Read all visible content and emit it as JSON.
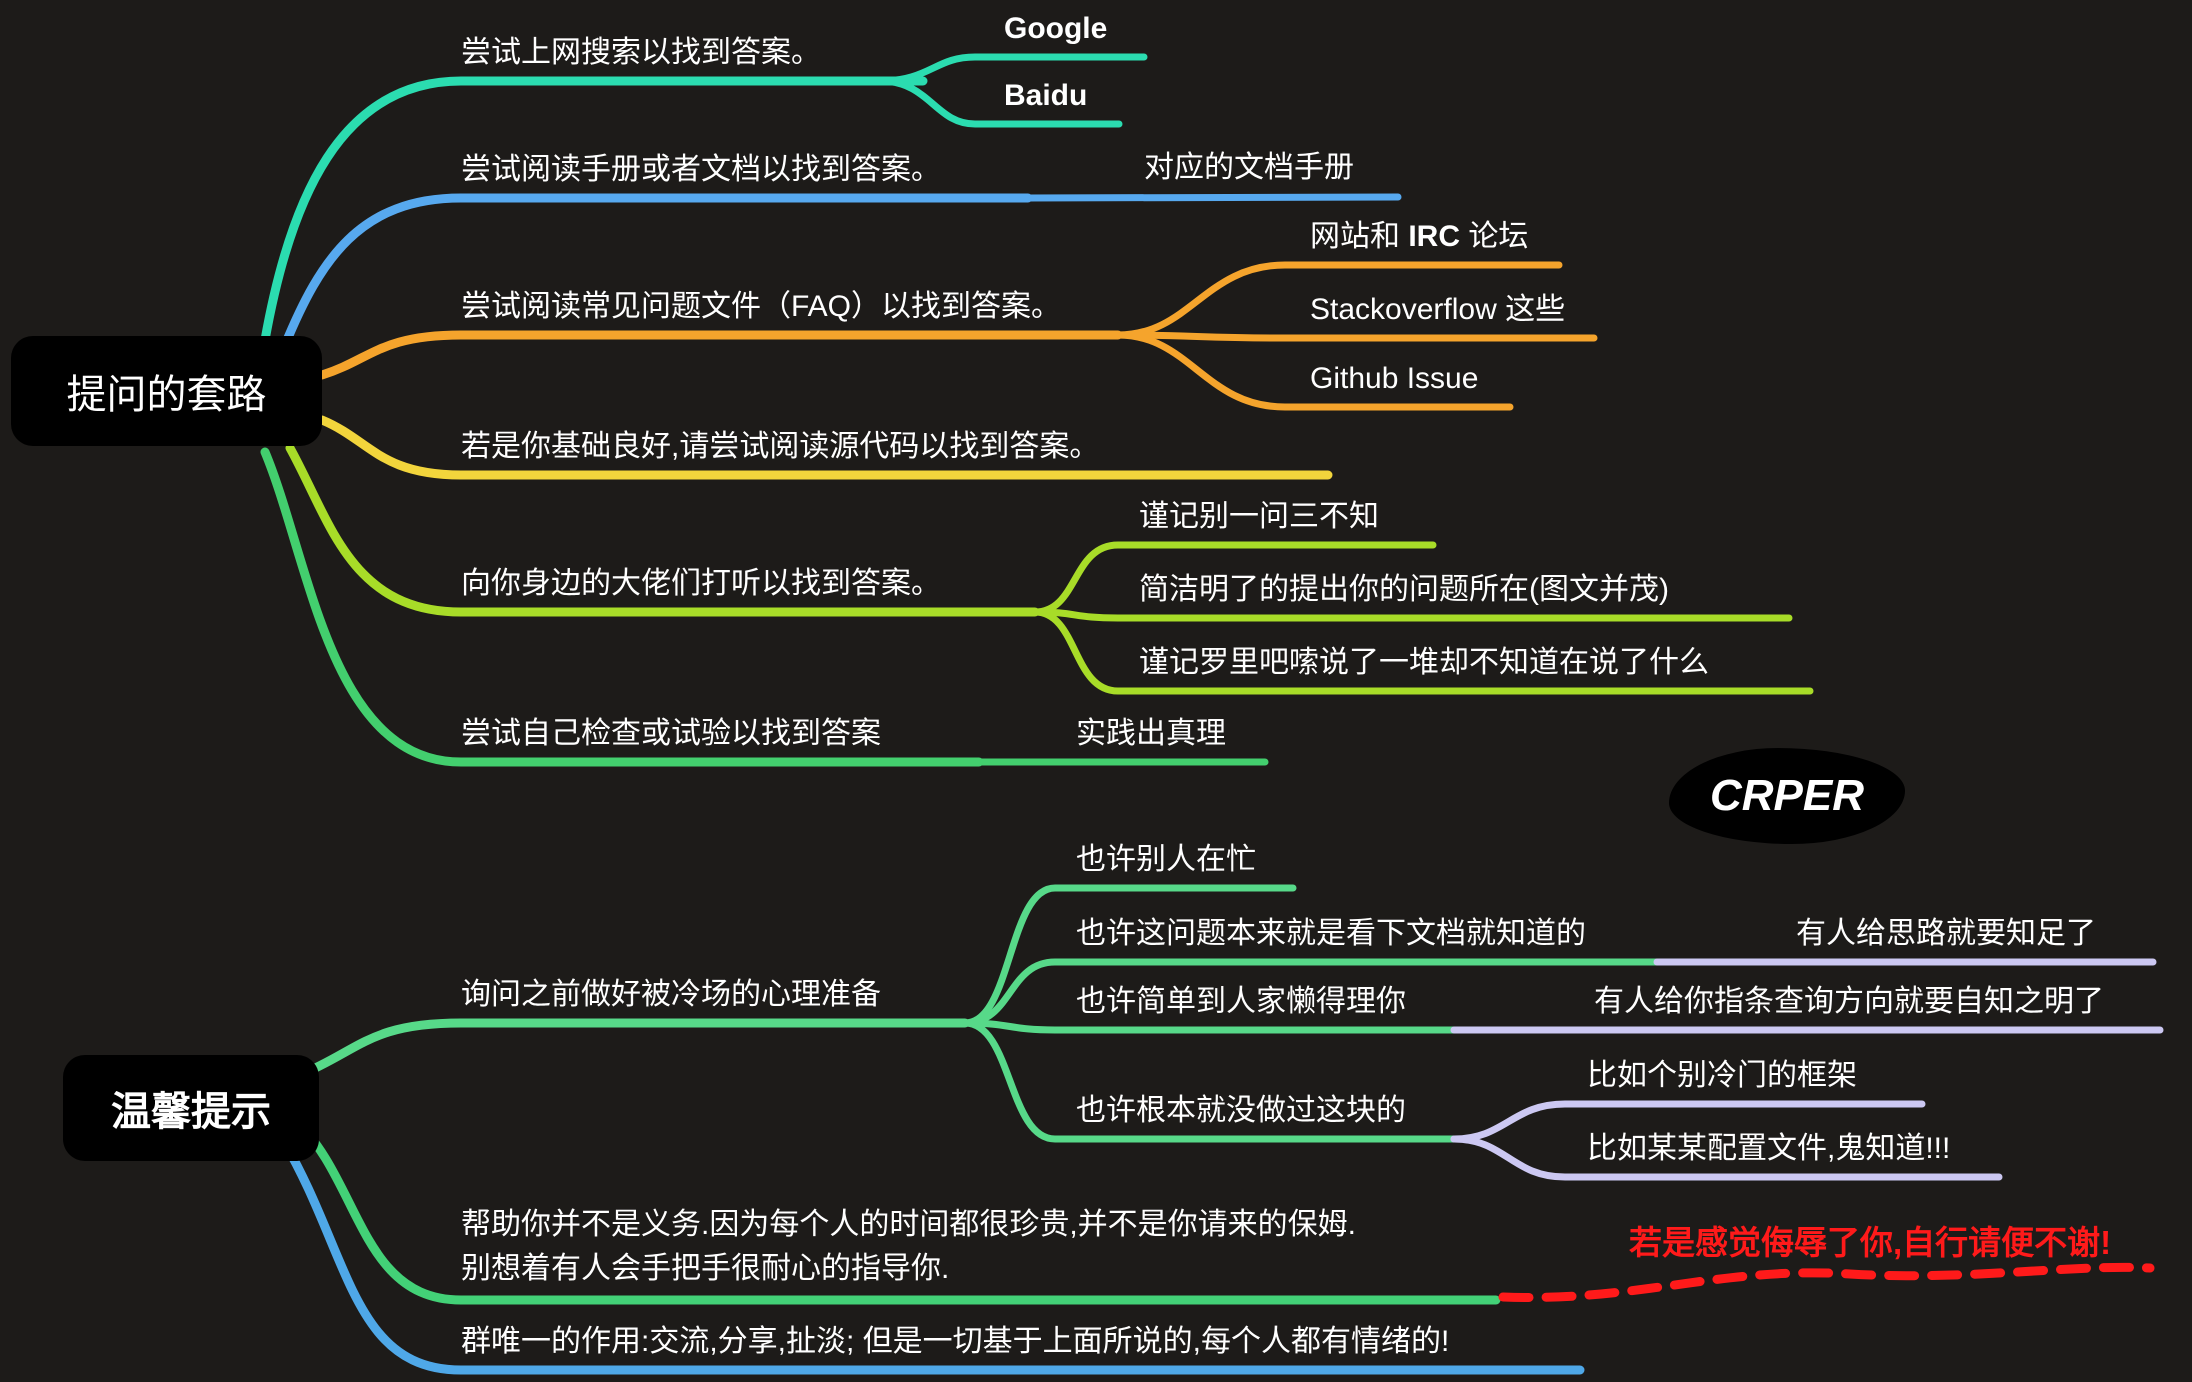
{
  "colors": {
    "background": "#1d1b19",
    "node_bg": "#000000",
    "text": "#ffffff",
    "teal": "#2bdcb0",
    "blue": "#57a9ef",
    "orange": "#f5a42c",
    "yellow": "#f2d53c",
    "lime": "#a8dc28",
    "green": "#43cf6e",
    "mint": "#57d989",
    "lavender": "#ccc8f2",
    "red": "#ff1a1a"
  },
  "root_ask": {
    "label": "提问的套路"
  },
  "root_tips": {
    "label": "温馨提示"
  },
  "badge": {
    "label": "CRPER"
  },
  "ask": {
    "search": {
      "label": "尝试上网搜索以找到答案。",
      "google": "Google",
      "baidu": "Baidu"
    },
    "manual": {
      "label": "尝试阅读手册或者文档以找到答案。",
      "docs": "对应的文档手册"
    },
    "faq": {
      "label": "尝试阅读常见问题文件（FAQ）以找到答案。",
      "irc_pre": "网站和 ",
      "irc_bold": "IRC",
      "irc_post": " 论坛",
      "stackoverflow": "Stackoverflow 这些",
      "github": "Github Issue"
    },
    "source": {
      "label": "若是你基础良好,请尝试阅读源代码以找到答案。"
    },
    "experts": {
      "label": "向你身边的大佬们打听以找到答案。",
      "tip1": "谨记别一问三不知",
      "tip2": "简洁明了的提出你的问题所在(图文并茂)",
      "tip3": "谨记罗里吧嗦说了一堆却不知道在说了什么"
    },
    "selfcheck": {
      "label": "尝试自己检查或试验以找到答案",
      "practice": "实践出真理"
    }
  },
  "tips": {
    "cold": {
      "label": "询问之前做好被冷场的心理准备",
      "busy": "也许别人在忙",
      "docs": "也许这问题本来就是看下文档就知道的",
      "docs_note": "有人给思路就要知足了",
      "simple": "也许简单到人家懒得理你",
      "simple_note": "有人给你指条查询方向就要自知之明了",
      "never": "也许根本就没做过这块的",
      "never_eg1": "比如个别冷门的框架",
      "never_eg2": "比如某某配置文件,鬼知道!!!"
    },
    "duty": {
      "line1": "帮助你并不是义务.因为每个人的时间都很珍贵,并不是你请来的保姆.",
      "line2": "别想着有人会手把手很耐心的指导你.",
      "warning": "若是感觉侮辱了你,自行请便不谢!"
    },
    "group": {
      "label": "群唯一的作用:交流,分享,扯淡; 但是一切基于上面所说的,每个人都有情绪的!"
    }
  }
}
